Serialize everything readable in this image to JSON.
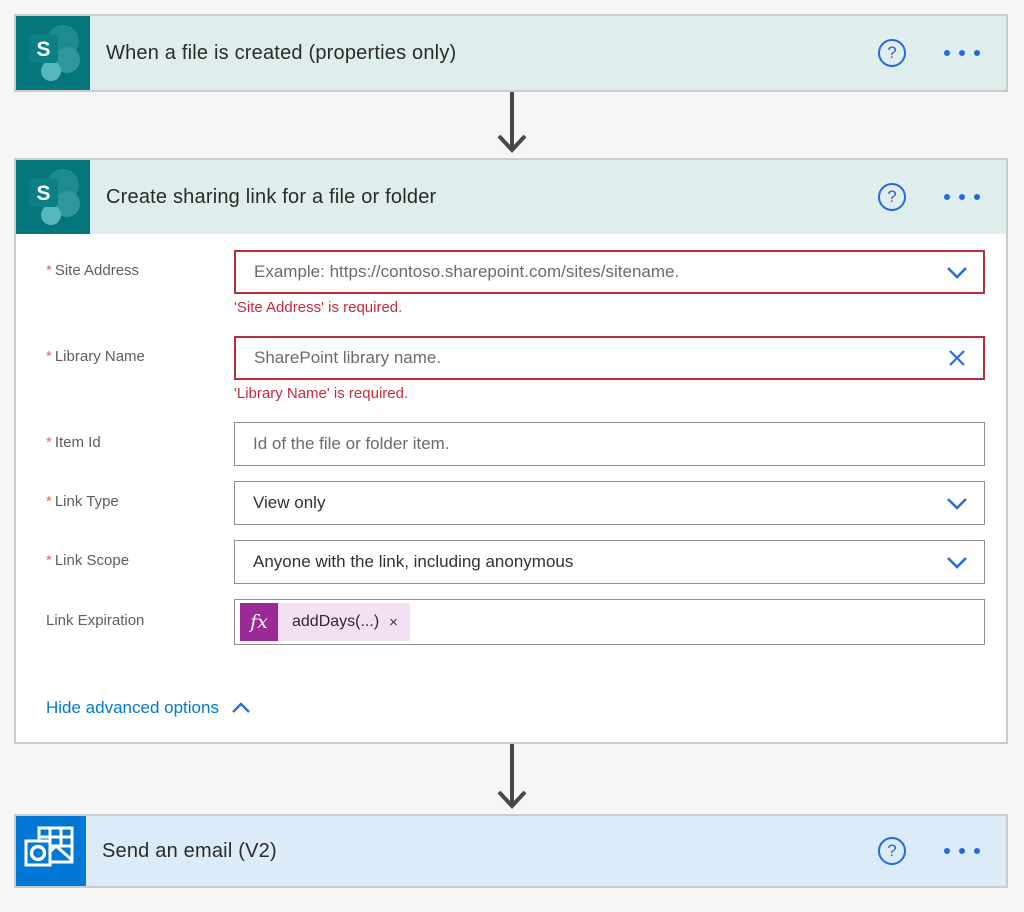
{
  "ui": {
    "required_marker": "*",
    "help_glyph": "?"
  },
  "colors": {
    "sharepoint_teal": "#05767b",
    "outlook_blue": "#0078d4",
    "teal_header_bg": "#dfedec",
    "blue_header_bg": "#dcebf8",
    "error_red": "#c52b3d",
    "invalid_border_red": "#b52f38",
    "link_blue": "#0078d4",
    "icon_blue": "#2569e0",
    "fx_purple": "#9c2a96",
    "token_pill_bg": "#f3e1f3",
    "arrow_gray": "#4a4845"
  },
  "trigger_card": {
    "connector": "SharePoint",
    "title": "When a file is created (properties only)"
  },
  "action_card": {
    "connector": "SharePoint",
    "title": "Create sharing link for a file or folder",
    "fields": [
      {
        "label": "Site Address",
        "required": true,
        "placeholder": "Example: https://contoso.sharepoint.com/sites/sitename.",
        "error": "'Site Address' is required.",
        "trailing_icon": "chevron-down"
      },
      {
        "label": "Library Name",
        "required": true,
        "placeholder": "SharePoint library name.",
        "error": "'Library Name' is required.",
        "trailing_icon": "clear-x"
      },
      {
        "label": "Item Id",
        "required": true,
        "placeholder": "Id of the file or folder item."
      },
      {
        "label": "Link Type",
        "required": true,
        "value": "View only",
        "trailing_icon": "chevron-down"
      },
      {
        "label": "Link Scope",
        "required": true,
        "value": "Anyone with the link, including anonymous",
        "trailing_icon": "chevron-down"
      },
      {
        "label": "Link Expiration",
        "required": false,
        "token": {
          "badge": "fx",
          "text": "addDays(...)",
          "remove": "×"
        }
      }
    ],
    "hide_advanced_label": "Hide advanced options"
  },
  "email_card": {
    "connector": "Outlook",
    "title": "Send an email (V2)"
  }
}
